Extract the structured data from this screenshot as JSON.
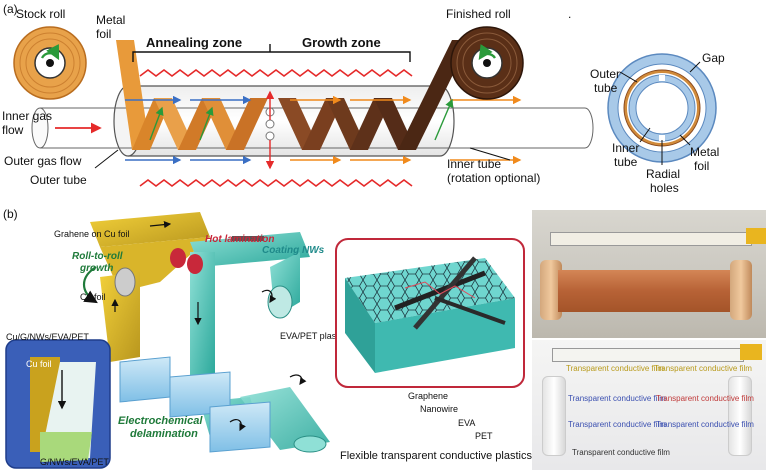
{
  "panel_a": {
    "panel_label": "(a)",
    "stock_roll": "Stock roll",
    "metal_foil_1": "Metal",
    "metal_foil_2": "foil",
    "finished_roll": "Finished roll",
    "annealing_zone": "Annealing zone",
    "growth_zone": "Growth zone",
    "inner_gas_1": "Inner gas",
    "inner_gas_2": "flow",
    "outer_gas_flow": "Outer gas flow",
    "outer_tube": "Outer tube",
    "inner_tube_1": "Inner tube",
    "inner_tube_2": "(rotation optional)",
    "dot": ".",
    "cross_outer_1": "Outer",
    "cross_outer_2": "tube",
    "cross_gap": "Gap",
    "cross_inner_1": "Inner",
    "cross_inner_2": "tube",
    "cross_radial_1": "Radial",
    "cross_radial_2": "holes",
    "cross_metal_1": "Metal",
    "cross_metal_2": "foil"
  },
  "panel_b": {
    "panel_label": "(b)",
    "graphene_on_cu": "Grahene on Cu foil",
    "hot_lamination": "Hot lamination",
    "roll_to_roll_1": "Roll-to-roll",
    "roll_to_roll_2": "growth",
    "coating_nws": "Coating NWs",
    "cu_foil": "Cu foil",
    "eva_pet_plastic": "EVA/PET plastic",
    "stack_label": "Cu/G/NWs/EVA/PET",
    "inset_cu_foil": "Cu foil",
    "inset_g_nws": "G/NWs/EVA/PET",
    "electrochem_1": "Electrochemical",
    "electrochem_2": "delamination",
    "layer_graphene": "Graphene",
    "layer_nanowire": "Nanowire",
    "layer_eva": "EVA",
    "layer_pet": "PET",
    "flexible_caption": "Flexible transparent conductive plastics",
    "film_text_1": "Transparent conductive film",
    "film_text_2": "Transparent conductive film",
    "film_text_3": "Transparent conductive film",
    "film_text_4": "Transparent conductive film",
    "film_text_5": "Transparent conductive film",
    "film_text_6": "Transparent conductive film",
    "film_text_7": "Transparent conductive film"
  },
  "colors": {
    "foil_orange": "#e3912d",
    "foil_brown": "#6b3a1f",
    "arrow_blue": "#3a6fc4",
    "arrow_orange": "#f08a1c",
    "heater_red": "#e52a2a",
    "tube_blue": "#9cc3e6",
    "inset_border": "#c0283a"
  }
}
